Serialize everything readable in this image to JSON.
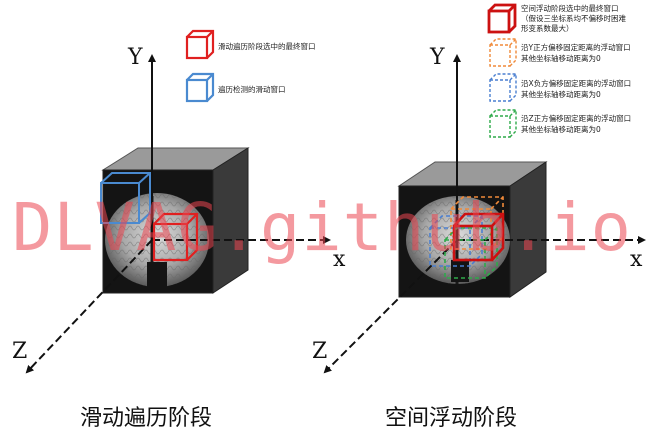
{
  "watermark": "DLVAG.github.io",
  "left_panel": {
    "axes": {
      "y": "Y",
      "x": "x",
      "z": "Z"
    },
    "legend": [
      {
        "color": "#e02020",
        "style": "solid",
        "icon": "red-cube-icon",
        "text": "滑动遍历阶段选中的最终窗口"
      },
      {
        "color": "#4a8ad0",
        "style": "solid",
        "icon": "blue-cube-icon",
        "text": "遍历检测的滑动窗口"
      }
    ],
    "caption": "滑动遍历阶段"
  },
  "right_panel": {
    "axes": {
      "y": "Y",
      "x": "x",
      "z": "Z"
    },
    "legend": [
      {
        "color": "#cc1111",
        "style": "solid",
        "icon": "red-cube-icon",
        "lines": [
          "空间浮动阶段选中的最终窗口",
          "（假设三坐标系均不偏移时困难",
          "形变系数最大）"
        ]
      },
      {
        "color": "#f08a3a",
        "style": "dashed",
        "icon": "orange-dashed-cube-icon",
        "lines": [
          "沿Y正方偏移固定距离的浮动窗口",
          "其他坐标轴移动距离为0"
        ]
      },
      {
        "color": "#4a7fd0",
        "style": "dashed",
        "icon": "blue-dashed-cube-icon",
        "lines": [
          "沿X负方偏移固定距离的浮动窗口",
          "其他坐标轴移动距离为0"
        ]
      },
      {
        "color": "#2eaa4a",
        "style": "dashed",
        "icon": "green-dashed-cube-icon",
        "lines": [
          "沿Z正方偏移固定距离的浮动窗口",
          "其他坐标轴移动距离为0"
        ]
      }
    ],
    "caption": "空间浮动阶段"
  }
}
